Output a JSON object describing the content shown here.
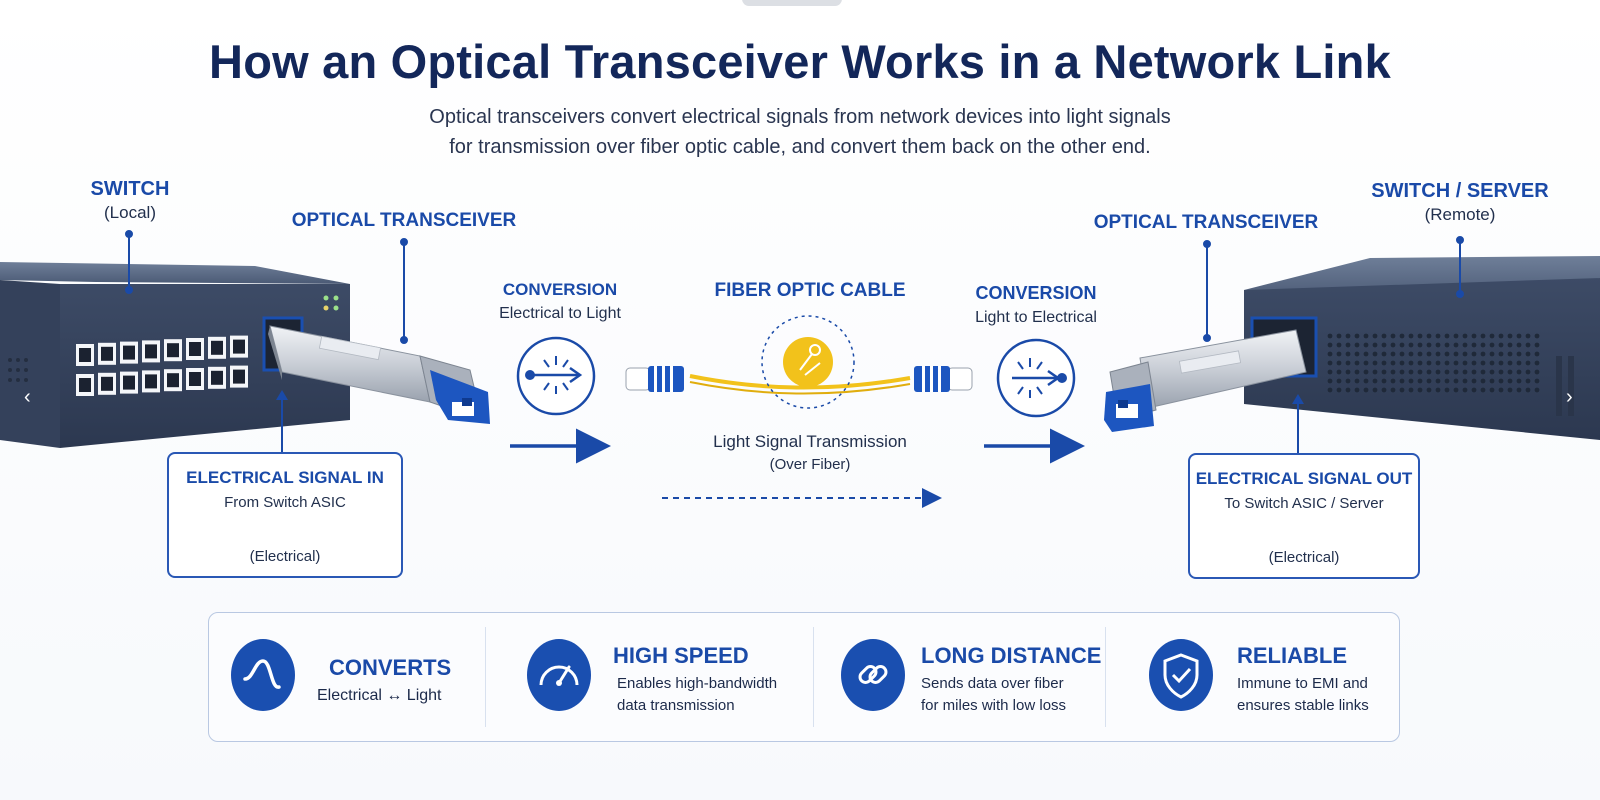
{
  "title": "How an Optical Transceiver Works in a Network Link",
  "subtitle": {
    "line1": "Optical transceivers convert electrical signals from network devices into light signals",
    "line2": "for transmission over fiber optic cable, and convert them back on the other end."
  },
  "local_switch": {
    "title": "SWITCH",
    "sub": "(Local)"
  },
  "remote_switch": {
    "title": "SWITCH / SERVER",
    "sub": "(Remote)"
  },
  "transceiver_left": {
    "title": "OPTICAL TRANSCEIVER"
  },
  "transceiver_right": {
    "title": "OPTICAL TRANSCEIVER"
  },
  "conversion_left": {
    "title": "CONVERSION",
    "sub": "Electrical to Light"
  },
  "conversion_right": {
    "title": "CONVERSION",
    "sub": "Light to Electrical"
  },
  "fiber": {
    "title": "FIBER OPTIC CABLE",
    "caption": "Light Signal Transmission",
    "caption_sub": "(Over Fiber)"
  },
  "signal_in": {
    "title": "ELECTRICAL SIGNAL IN",
    "sub": "From Switch ASIC",
    "note": "(Electrical)"
  },
  "signal_out": {
    "title": "ELECTRICAL SIGNAL OUT",
    "sub": "To Switch ASIC / Server",
    "note": "(Electrical)"
  },
  "features": [
    {
      "title": "CONVERTS",
      "line1": "Electrical ↔ Light",
      "line2": "",
      "icon": "waveform-icon"
    },
    {
      "title": "HIGH SPEED",
      "line1": "Enables high-bandwidth",
      "line2": "data transmission",
      "icon": "speedometer-icon"
    },
    {
      "title": "LONG DISTANCE",
      "line1": "Sends data over fiber",
      "line2": "for miles with low loss",
      "icon": "chain-link-icon"
    },
    {
      "title": "RELIABLE",
      "line1": "Immune to EMI and",
      "line2": "ensures stable links",
      "icon": "shield-check-icon"
    }
  ],
  "nav": {
    "prev_glyph": "‹",
    "next_glyph": "›"
  },
  "colors": {
    "navy": "#13275a",
    "accent": "#1a4aa8",
    "fiber_yellow": "#f2c21b",
    "device": "#3a4a66"
  }
}
